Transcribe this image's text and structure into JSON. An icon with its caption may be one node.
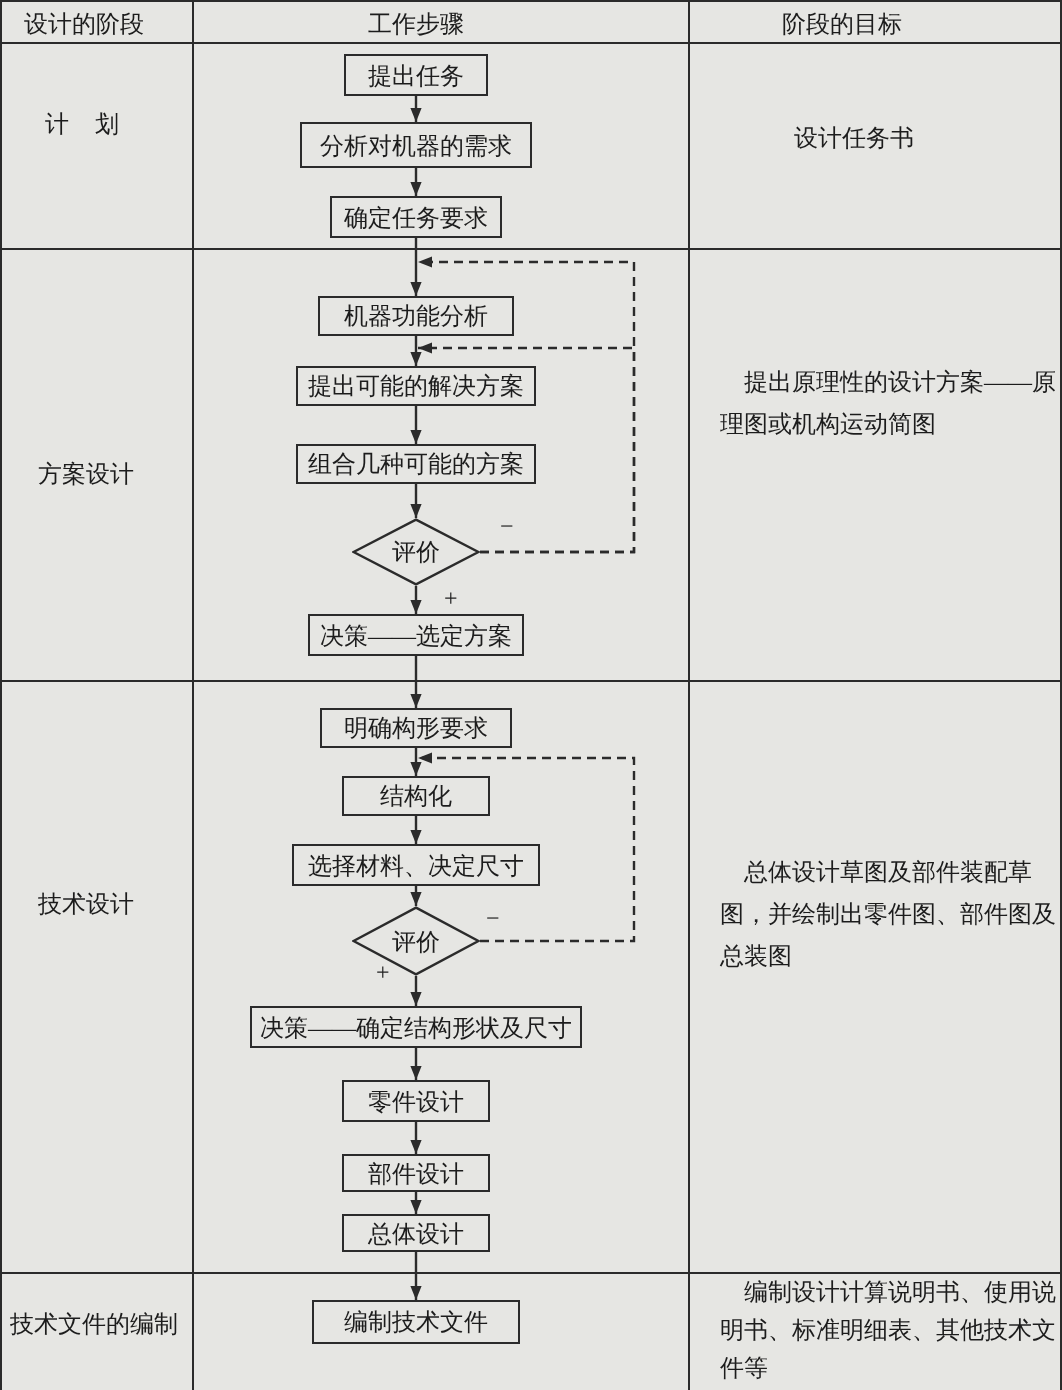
{
  "diagram": {
    "nodes": [
      {
        "text": [
          "提出任务"
        ]
      },
      {
        "text": [
          "分析对机器的需求"
        ]
      },
      {
        "text": [
          "确定任务要求"
        ]
      },
      {
        "text": [
          "机器功能分析"
        ]
      },
      {
        "text": [
          "提出可能的解决方案"
        ]
      },
      {
        "text": [
          "组合几种可能的方案"
        ]
      },
      {
        "text": [
          "评价"
        ]
      },
      {
        "text": [
          "决策——选定方案"
        ]
      },
      {
        "text": [
          "明确构形要求"
        ]
      },
      {
        "text": [
          "结构化"
        ]
      },
      {
        "text": [
          "选择材料、决定尺寸"
        ]
      },
      {
        "text": [
          "评价"
        ]
      },
      {
        "text": [
          "决策——确定结构形状及尺寸"
        ]
      },
      {
        "text": [
          "零件设计"
        ]
      },
      {
        "text": [
          "部件设计"
        ]
      },
      {
        "text": [
          "总体设计"
        ]
      },
      {
        "text": [
          "编制技术文件"
        ]
      }
    ],
    "edges": [
      {
        "from": 0,
        "to": 1,
        "arrow": "to"
      },
      {
        "from": 1,
        "to": 2,
        "arrow": "to"
      },
      {
        "from": 2,
        "to": 3,
        "arrow": "to"
      },
      {
        "from": 3,
        "to": 4,
        "arrow": "to"
      },
      {
        "from": 4,
        "to": 5,
        "arrow": "to"
      },
      {
        "from": 5,
        "to": 6,
        "arrow": "to"
      },
      {
        "from": 6,
        "to": 7,
        "arrow": "to",
        "label": "+"
      },
      {
        "from": 7,
        "to": 8,
        "arrow": "to"
      },
      {
        "from": 8,
        "to": 9,
        "arrow": "to"
      },
      {
        "from": 9,
        "to": 10,
        "arrow": "to"
      },
      {
        "from": 10,
        "to": 11,
        "arrow": "to"
      },
      {
        "from": 11,
        "to": 12,
        "arrow": "to",
        "label": "+"
      },
      {
        "from": 12,
        "to": 13,
        "arrow": "to"
      },
      {
        "from": 13,
        "to": 14,
        "arrow": "to"
      },
      {
        "from": 14,
        "to": 15,
        "arrow": "to"
      },
      {
        "from": 15,
        "to": 16,
        "arrow": "to"
      },
      {
        "from": 6,
        "to": 3,
        "arrow": "to",
        "style": "dashed",
        "label": "−"
      },
      {
        "from": 6,
        "to": 4,
        "arrow": "to",
        "style": "dashed"
      },
      {
        "from": 11,
        "to": 9,
        "arrow": "to",
        "style": "dashed",
        "label": "−"
      }
    ],
    "labels": [
      "设计的阶段",
      "工作步骤",
      "阶段的目标",
      "计 划",
      "设计任务书",
      "方案设计",
      "提出原理性的设计方案——原理图或机构运动简图",
      "技术设计",
      "总体设计草图及部件装配草图，并绘制出零件图、部件图及总装图",
      "技术文件的编制",
      "编制设计计算说明书、使用说明书、标准明细表、其他技术文件等"
    ]
  }
}
